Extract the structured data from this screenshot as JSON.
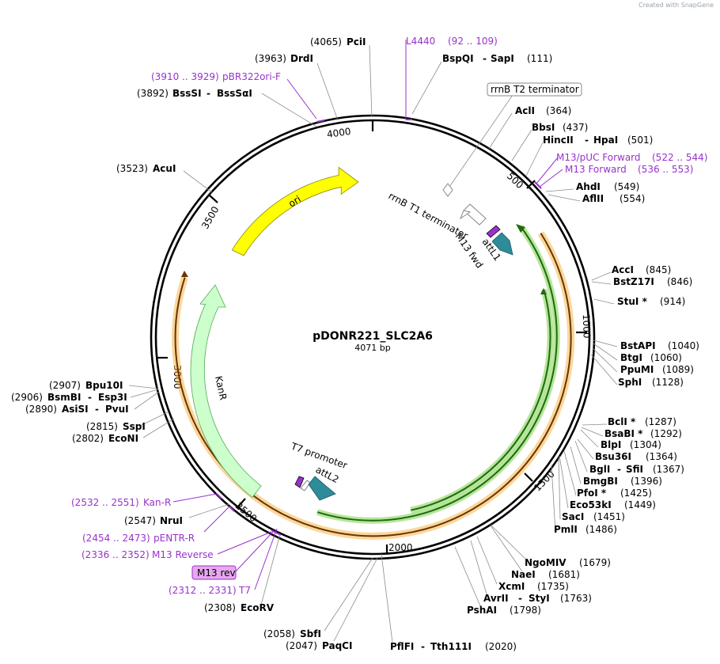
{
  "credit": "Created with SnapGene",
  "map": {
    "name": "pDONR221_SLC2A6",
    "length_label": "4071 bp",
    "ticks": [
      "4000",
      "500",
      "1000",
      "1500",
      "2000",
      "2500",
      "3000",
      "3500"
    ],
    "features": {
      "ori": "ori",
      "kanr": "KanR",
      "rrnb_t1": "rrnB T1 terminator",
      "m13_fwd": "M13 fwd",
      "attl1": "attL1",
      "t7_promoter": "T7 promoter",
      "attl2": "attL2",
      "rrnb_t2": "rrnB T2 terminator",
      "m13_rev_box": "M13 rev"
    },
    "enzymes": [
      {
        "id": "pcii",
        "name": "PciI",
        "pos": "(4065)"
      },
      {
        "id": "drdi",
        "name": "DrdI",
        "pos": "(3963)"
      },
      {
        "id": "bsssi",
        "name": "BssSI",
        "name2": "BssSαI",
        "pos": "(3892)"
      },
      {
        "id": "acui",
        "name": "AcuI",
        "pos": "(3523)"
      },
      {
        "id": "bspqi",
        "name": "BspQI",
        "name2": "SapI",
        "pos": "(111)"
      },
      {
        "id": "acli",
        "name": "AclI",
        "pos": "(364)"
      },
      {
        "id": "bbsi",
        "name": "BbsI",
        "pos": "(437)"
      },
      {
        "id": "hincii",
        "name": "HincII",
        "name2": "HpaI",
        "pos": "(501)"
      },
      {
        "id": "ahdi",
        "name": "AhdI",
        "pos": "(549)"
      },
      {
        "id": "aflii",
        "name": "AflII",
        "pos": "(554)"
      },
      {
        "id": "acci",
        "name": "AccI",
        "pos": "(845)"
      },
      {
        "id": "bstz17i",
        "name": "BstZ17I",
        "pos": "(846)"
      },
      {
        "id": "stui",
        "name": "StuI *",
        "pos": "(914)"
      },
      {
        "id": "bstapi",
        "name": "BstAPI",
        "pos": "(1040)"
      },
      {
        "id": "btgi",
        "name": "BtgI",
        "pos": "(1060)"
      },
      {
        "id": "ppumi",
        "name": "PpuMI",
        "pos": "(1089)"
      },
      {
        "id": "sphi",
        "name": "SphI",
        "pos": "(1128)"
      },
      {
        "id": "bcli",
        "name": "BclI *",
        "pos": "(1287)"
      },
      {
        "id": "bsabi",
        "name": "BsaBI *",
        "pos": "(1292)"
      },
      {
        "id": "blpi",
        "name": "BlpI",
        "pos": "(1304)"
      },
      {
        "id": "bsu36i",
        "name": "Bsu36I",
        "pos": "(1364)"
      },
      {
        "id": "bgli",
        "name": "BglI",
        "name2": "SfiI",
        "pos": "(1367)"
      },
      {
        "id": "bmgbi",
        "name": "BmgBI",
        "pos": "(1396)"
      },
      {
        "id": "pfoi",
        "name": "PfoI *",
        "pos": "(1425)"
      },
      {
        "id": "eco53ki",
        "name": "Eco53kI",
        "pos": "(1449)"
      },
      {
        "id": "saci",
        "name": "SacI",
        "pos": "(1451)"
      },
      {
        "id": "pmli",
        "name": "PmlI",
        "pos": "(1486)"
      },
      {
        "id": "ngomiv",
        "name": "NgoMIV",
        "pos": "(1679)"
      },
      {
        "id": "naei",
        "name": "NaeI",
        "pos": "(1681)"
      },
      {
        "id": "xcmi",
        "name": "XcmI",
        "pos": "(1735)"
      },
      {
        "id": "avrii",
        "name": "AvrII",
        "name2": "StyI",
        "pos": "(1763)"
      },
      {
        "id": "pshai",
        "name": "PshAI",
        "pos": "(1798)"
      },
      {
        "id": "pflfi",
        "name": "PflFI",
        "name2": "Tth111I",
        "pos": "(2020)"
      },
      {
        "id": "sbfi",
        "name": "SbfI",
        "pos": "(2058)"
      },
      {
        "id": "paqci",
        "name": "PaqCI",
        "pos": "(2047)"
      },
      {
        "id": "ecorv",
        "name": "EcoRV",
        "pos": "(2308)"
      },
      {
        "id": "nrui",
        "name": "NruI",
        "pos": "(2547)"
      },
      {
        "id": "econi",
        "name": "EcoNI",
        "pos": "(2802)"
      },
      {
        "id": "sspi",
        "name": "SspI",
        "pos": "(2815)"
      },
      {
        "id": "asisi",
        "name": "AsiSI",
        "name2": "PvuI",
        "pos": "(2890)"
      },
      {
        "id": "bsmbi",
        "name": "BsmBI",
        "name2": "Esp3I",
        "pos": "(2906)"
      },
      {
        "id": "bpu10i",
        "name": "Bpu10I",
        "pos": "(2907)"
      }
    ],
    "primers": [
      {
        "id": "l4440",
        "name": "L4440",
        "range": "(92 .. 109)"
      },
      {
        "id": "pbr322",
        "name": "pBR322ori-F",
        "range": "(3910 .. 3929)"
      },
      {
        "id": "m13puc",
        "name": "M13/pUC Forward",
        "range": "(522 .. 544)"
      },
      {
        "id": "m13fwd",
        "name": "M13 Forward",
        "range": "(536 .. 553)"
      },
      {
        "id": "kanr_p",
        "name": "Kan-R",
        "range": "(2532 .. 2551)"
      },
      {
        "id": "pentr",
        "name": "pENTR-R",
        "range": "(2454 .. 2473)"
      },
      {
        "id": "m13rev",
        "name": "M13 Reverse",
        "range": "(2336 .. 2352)"
      },
      {
        "id": "t7",
        "name": "T7",
        "range": "(2312 .. 2331)"
      }
    ],
    "colors": {
      "ori": "#ffff00",
      "kanr": "#ccffcc",
      "att": "#2e8b9a",
      "primer": "#9932cc",
      "orange": "#f5a623",
      "green": "#4caf50"
    }
  }
}
